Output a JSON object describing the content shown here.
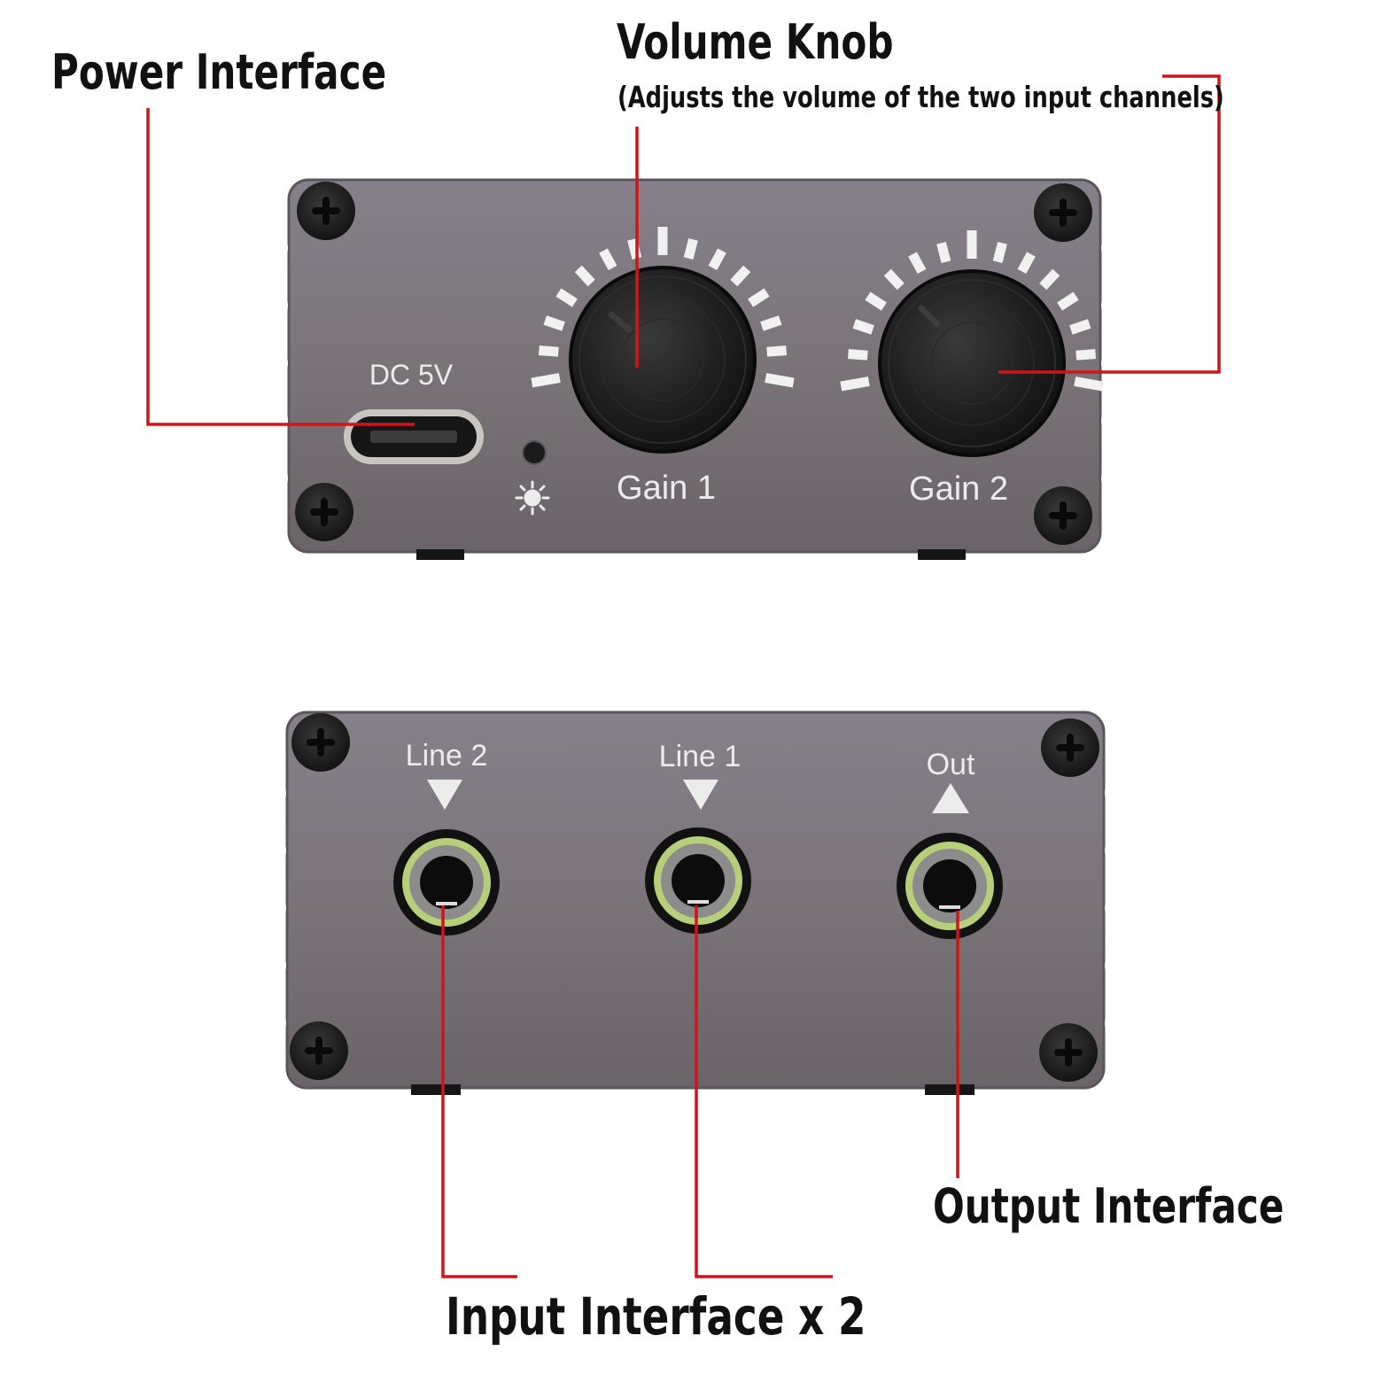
{
  "callouts": {
    "power_interface": "Power Interface",
    "volume_knob": "Volume Knob",
    "volume_knob_note": "(Adjusts the volume of the two input channels)",
    "output_interface": "Output Interface",
    "input_interface": "Input Interface x 2"
  },
  "top_panel": {
    "power_port_label": "DC 5V",
    "knob_left_label": "Gain 1",
    "knob_right_label": "Gain 2",
    "led_icon": "sun-icon"
  },
  "bottom_panel": {
    "jack_left_label": "Line 2",
    "jack_middle_label": "Line 1",
    "jack_right_label": "Out",
    "input_arrow_icon": "triangle-down-icon",
    "output_arrow_icon": "triangle-up-icon"
  },
  "colors": {
    "leader_line": "#d0141b",
    "panel_body": "#7a7479",
    "panel_text": "#ececec",
    "jack_ring": "#c6e08a",
    "knob": "#1b1b1b"
  }
}
